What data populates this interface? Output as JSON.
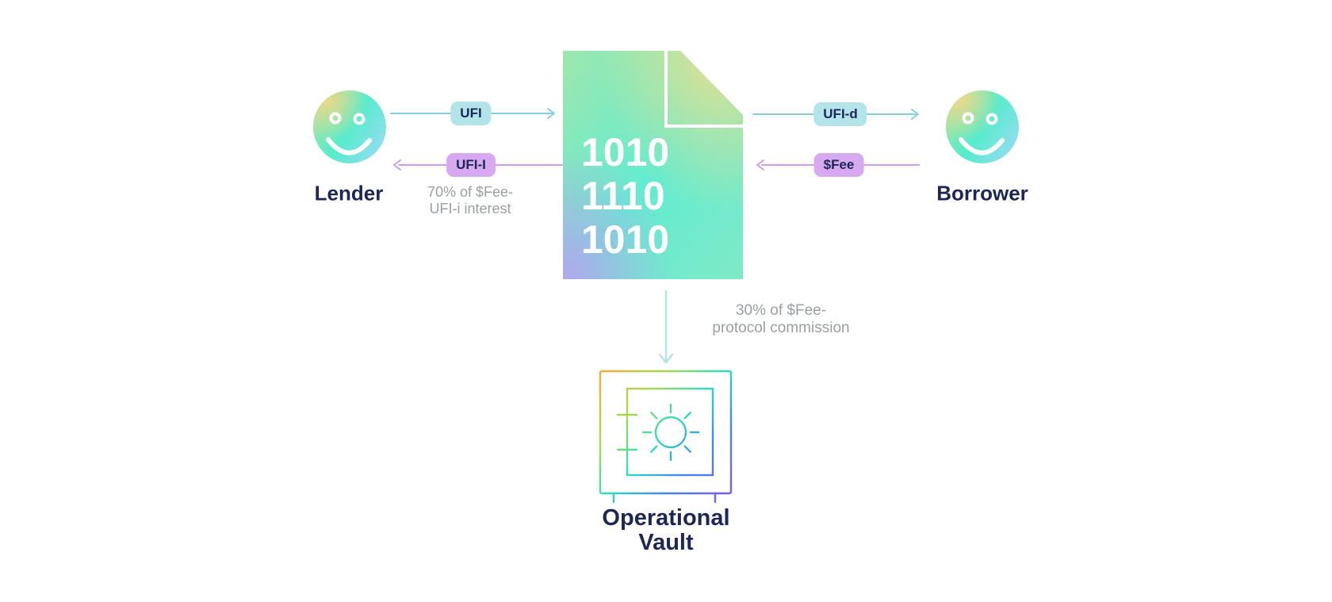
{
  "colors": {
    "bg": "#ffffff",
    "navy": "#1d2757",
    "pill_text": "#1c2557",
    "gray": "#9b9ea3",
    "teal_line": "#84d0da",
    "teal_pill": "#b2e4e9",
    "purple_line": "#cb9ef0",
    "purple_pill": "#d6a9f1",
    "pale_cyan": "#b7e3e7",
    "doc_mint": "#9fe7ad",
    "doc_teal": "#62ecd1",
    "doc_aqua": "#7fe9c6",
    "doc_yellow": "#e8df8e",
    "doc_purple": "#b3a6ee",
    "face_green": "#a4e6a2",
    "face_teal": "#56eccc",
    "face_cyan": "#97dcf2",
    "face_yellow": "#ecd88a",
    "vault_orange": "#f2a93c",
    "vault_green": "#a6da48",
    "vault_teal": "#2fdcc0",
    "vault_blue": "#4187f0",
    "vault_purple": "#7b5af0"
  },
  "lender": {
    "label": "Lender"
  },
  "borrower": {
    "label": "Borrower"
  },
  "contract": {
    "binary_line1": "1010",
    "binary_line2": "1110",
    "binary_line3": "1010"
  },
  "vault": {
    "label_line1": "Operational",
    "label_line2": "Vault"
  },
  "flows": {
    "ufi": {
      "label": "UFI"
    },
    "ufi_interest": {
      "label": "UFI-I",
      "note_line1": "70% of $Fee-",
      "note_line2": "UFI-i interest"
    },
    "ufi_debt": {
      "label": "UFI-d"
    },
    "fee": {
      "label": "$Fee"
    },
    "commission": {
      "note_line1": "30% of $Fee-",
      "note_line2": "protocol commission"
    }
  }
}
